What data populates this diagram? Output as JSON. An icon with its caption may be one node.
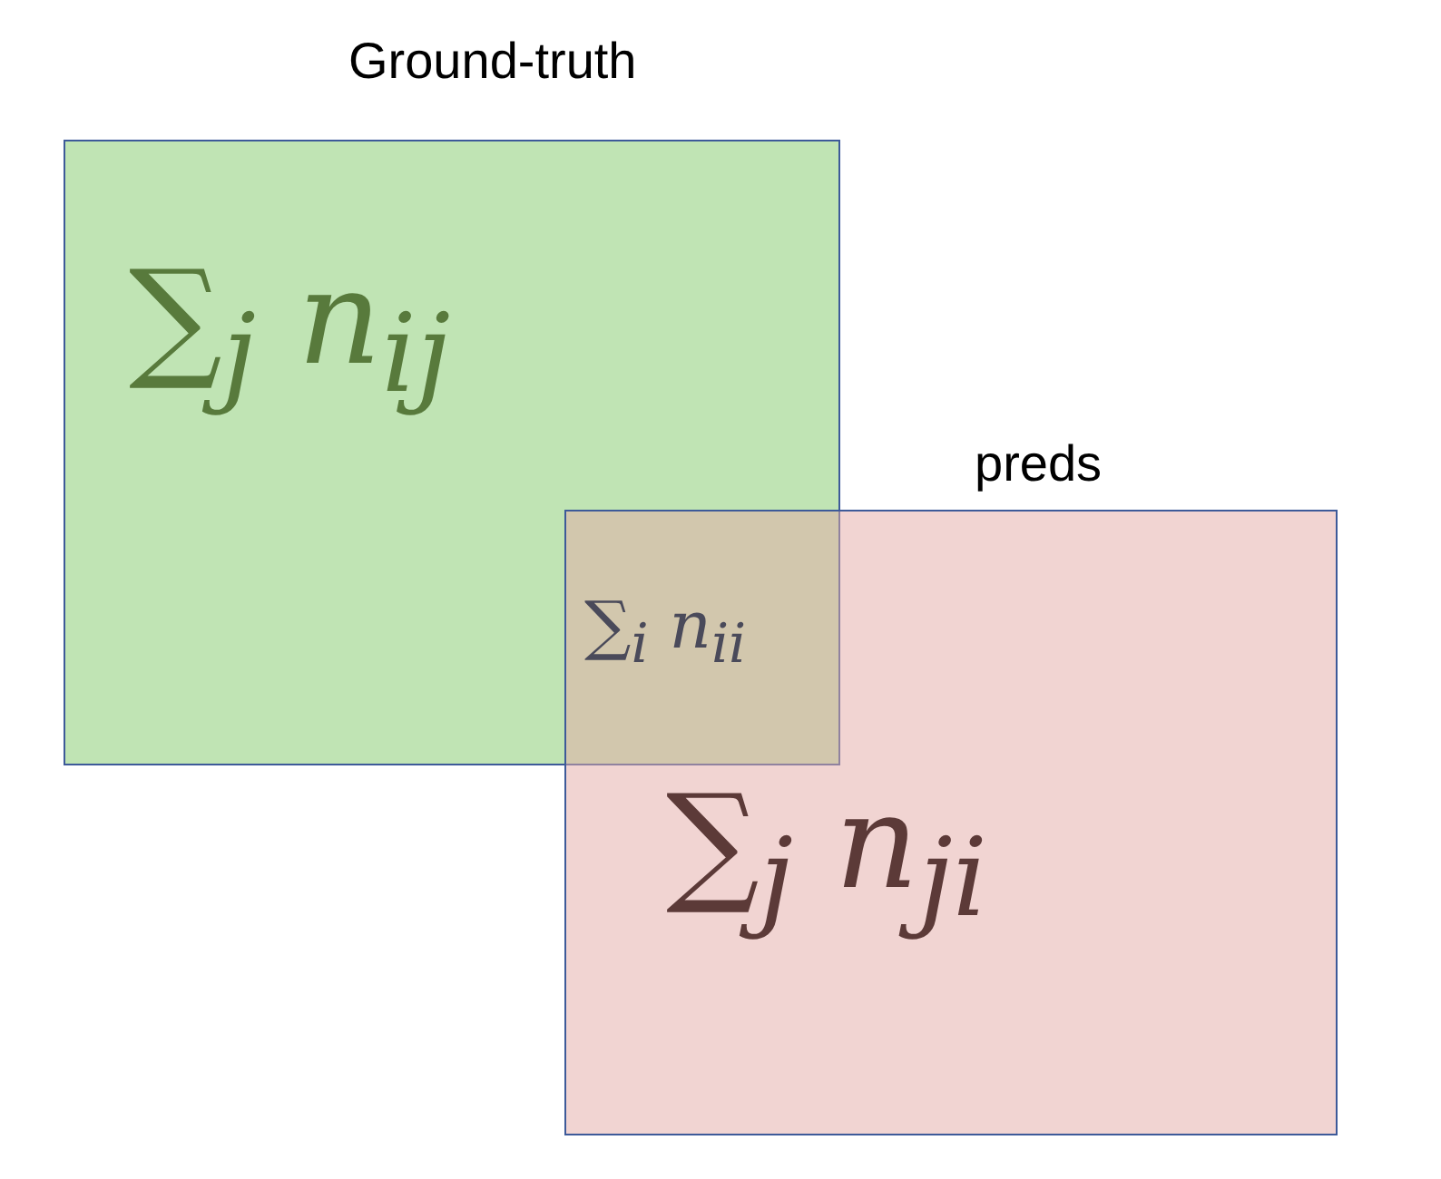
{
  "diagram": {
    "nodes": [
      {
        "text": [
          "Ground-truth",
          "∑$_{j}$ n$_{ij}$"
        ]
      },
      {
        "text": [
          "preds",
          "∑$_{j}$ n$_{ji}$"
        ]
      }
    ],
    "edges": [],
    "labels": [
      "∑$_{i}$ n$_{ii}$"
    ]
  }
}
